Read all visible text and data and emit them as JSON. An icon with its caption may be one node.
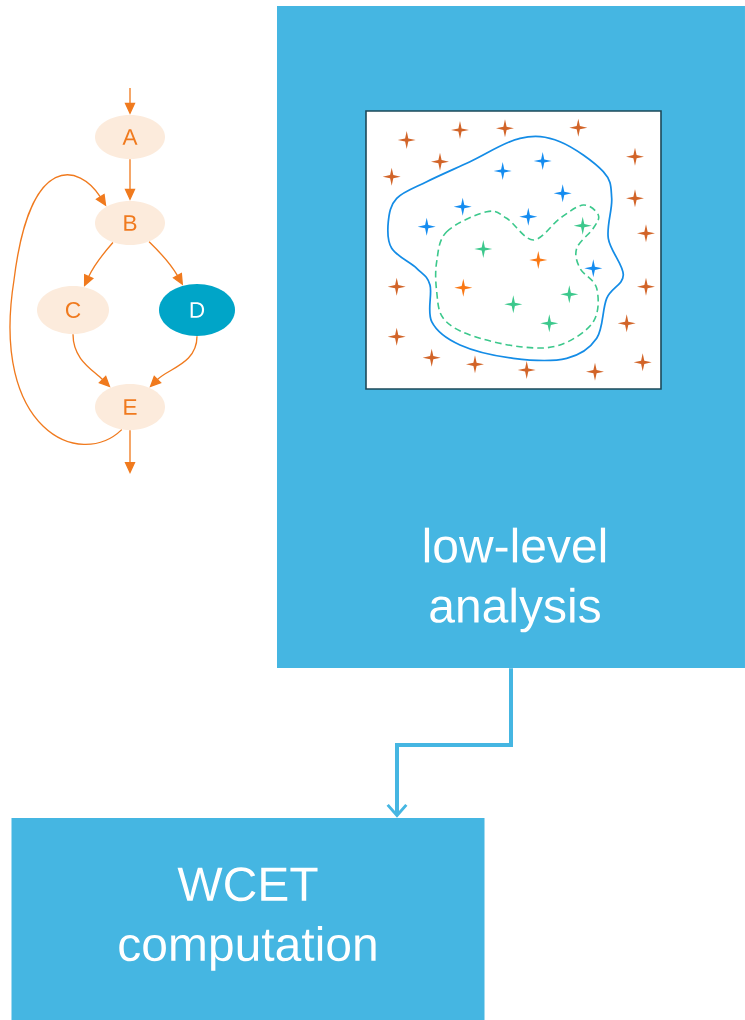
{
  "diagram": {
    "nodes": [
      {
        "text": [
          "A"
        ]
      },
      {
        "text": [
          "B"
        ]
      },
      {
        "text": [
          "C"
        ]
      },
      {
        "text": [
          "D"
        ]
      },
      {
        "text": [
          "E"
        ]
      },
      {
        "text": [
          "low-level analysis"
        ]
      },
      {
        "text": [
          "WCET computation"
        ]
      }
    ],
    "edges": [
      {
        "from": null,
        "to": 0,
        "arrow": "to"
      },
      {
        "from": 0,
        "to": 1,
        "arrow": "to"
      },
      {
        "from": 1,
        "to": 2,
        "arrow": "to"
      },
      {
        "from": 1,
        "to": 3,
        "arrow": "to"
      },
      {
        "from": 2,
        "to": 4,
        "arrow": "to"
      },
      {
        "from": 3,
        "to": 4,
        "arrow": "to"
      },
      {
        "from": 4,
        "to": 1,
        "arrow": "to"
      },
      {
        "from": 4,
        "to": null,
        "arrow": "to"
      },
      {
        "from": 5,
        "to": 6,
        "arrow": "to",
        "style": "thick",
        "color": "#45b6e2"
      }
    ]
  }
}
